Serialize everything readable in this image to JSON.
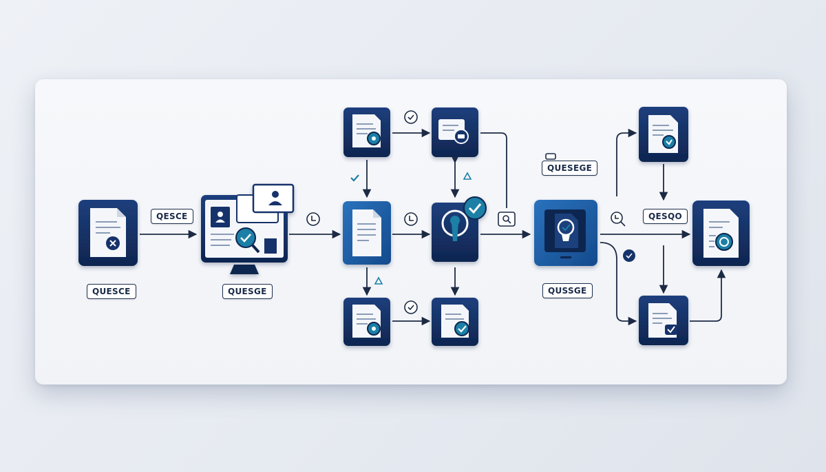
{
  "colors": {
    "navy": "#16336a",
    "navy_dark": "#0f2550",
    "blue": "#1e5fa8",
    "teal": "#1b7fa6",
    "doc": "#f4f6fa",
    "line": "#1c2a44"
  },
  "labels": {
    "l1": "QESCE",
    "l2": "QUESCE",
    "l3": "QUESGE",
    "l4": "QUESEGE",
    "l5": "QUSSGE",
    "l6": "QESQO"
  },
  "nodes": [
    {
      "id": "source-document",
      "icon": "document-x-icon"
    },
    {
      "id": "review-monitor",
      "icon": "monitor-search-check-icon"
    },
    {
      "id": "doc-search-top",
      "icon": "document-search-icon"
    },
    {
      "id": "doc-message-top",
      "icon": "document-message-icon"
    },
    {
      "id": "central-document",
      "icon": "document-icon"
    },
    {
      "id": "approval-lock",
      "icon": "keyhole-check-icon"
    },
    {
      "id": "doc-search-bottom",
      "icon": "document-search-icon"
    },
    {
      "id": "doc-check-bottom",
      "icon": "document-check-icon"
    },
    {
      "id": "insight-tablet",
      "icon": "lightbulb-tablet-icon"
    },
    {
      "id": "doc-verified-top",
      "icon": "document-check-icon"
    },
    {
      "id": "certificate-document",
      "icon": "certificate-document-icon"
    },
    {
      "id": "doc-verified-bottom",
      "icon": "document-check-icon"
    }
  ]
}
